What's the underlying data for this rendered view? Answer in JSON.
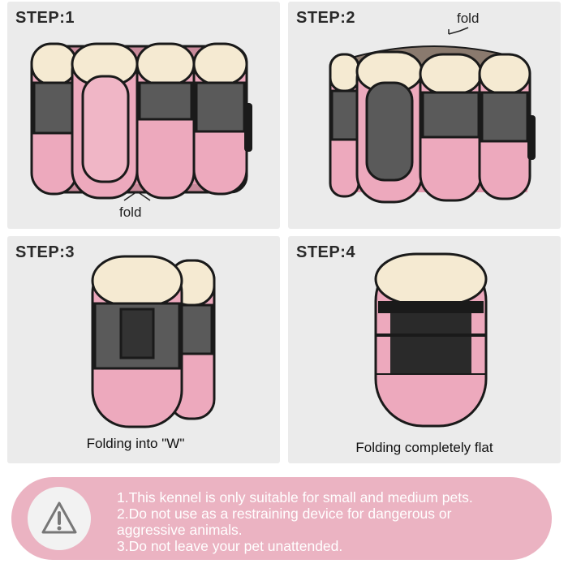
{
  "steps": [
    {
      "label": "STEP:1",
      "fold_label": "fold"
    },
    {
      "label": "STEP:2",
      "fold_label": "fold"
    },
    {
      "label": "STEP:3",
      "caption": "Folding into \"W\""
    },
    {
      "label": "STEP:4",
      "caption": "Folding completely flat"
    }
  ],
  "notice": {
    "icon": "warning-triangle-icon",
    "lines": [
      "1.This kennel is only suitable for small and medium pets.",
      "2.Do not use as a restraining device for dangerous or",
      "aggressive animals.",
      "3.Do not leave your pet unattended."
    ]
  },
  "colors": {
    "panel": "#ebebeb",
    "pink": "#eda9bd",
    "cream": "#f5ead2",
    "mesh": "#555555",
    "notice_bg": "#ebb3c2"
  }
}
